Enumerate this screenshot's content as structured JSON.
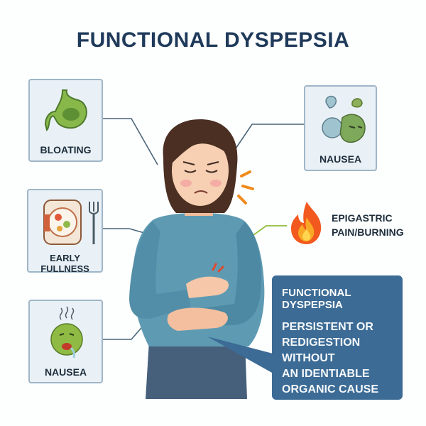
{
  "title": "FUNCTIONAL DYSPEPSIA",
  "cards": {
    "bloating": {
      "label": "BLOATING",
      "icon": "stomach-icon"
    },
    "nausea_top": {
      "label": "NAUSEA",
      "icon": "nauseous-head-icon"
    },
    "early_fullness": {
      "label": "EARLY FULLNESS",
      "icon": "plate-fork-icon"
    },
    "nausea_bottom": {
      "label": "NAUSEA",
      "icon": "sick-face-icon"
    }
  },
  "epigastric": {
    "line1": "EPIGASTRIC",
    "line2": "PAIN/BURNING",
    "icon": "flame-icon"
  },
  "callout": {
    "title": "FUNCTIONAL DYSPEPSIA",
    "lines": [
      "PERSISTENT OR",
      "REDIGESTION",
      "WITHOUT",
      "AN IDENTIABLE",
      "ORGANIC CAUSE"
    ]
  },
  "colors": {
    "title": "#1f3a5a",
    "card_bg": "#e9f1f6",
    "card_border": "#9fb6c8",
    "callout_bg": "#3c6b95",
    "shirt": "#5e9bb3",
    "flame": "#f2591f"
  }
}
